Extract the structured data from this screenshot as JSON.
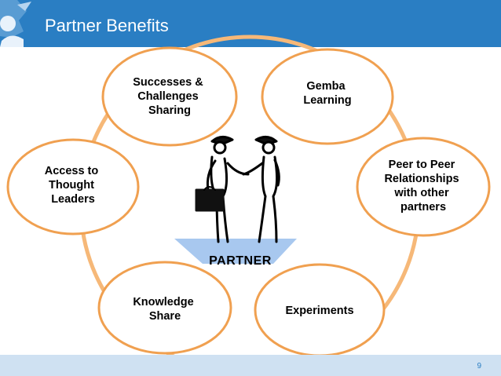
{
  "header": {
    "title": "Partner Benefits"
  },
  "footer": {
    "page_number": "9"
  },
  "colors": {
    "header": "#2a7ec3",
    "footer": "#cfe1f2",
    "accent": "#f0a050",
    "ring": "#f6b878",
    "floor": "#a8c8ef"
  },
  "diagram": {
    "center_label": "PARTNER",
    "nodes": [
      {
        "id": "successes",
        "lines": [
          "Successes &",
          "Challenges",
          "Sharing"
        ]
      },
      {
        "id": "gemba",
        "lines": [
          "Gemba",
          "Learning"
        ]
      },
      {
        "id": "peer",
        "lines": [
          "Peer to Peer",
          "Relationships",
          "with other",
          "partners"
        ]
      },
      {
        "id": "experiments",
        "lines": [
          "Experiments"
        ]
      },
      {
        "id": "knowledge",
        "lines": [
          "Knowledge",
          "Share"
        ]
      },
      {
        "id": "access",
        "lines": [
          "Access to",
          "Thought",
          "Leaders"
        ]
      }
    ]
  }
}
